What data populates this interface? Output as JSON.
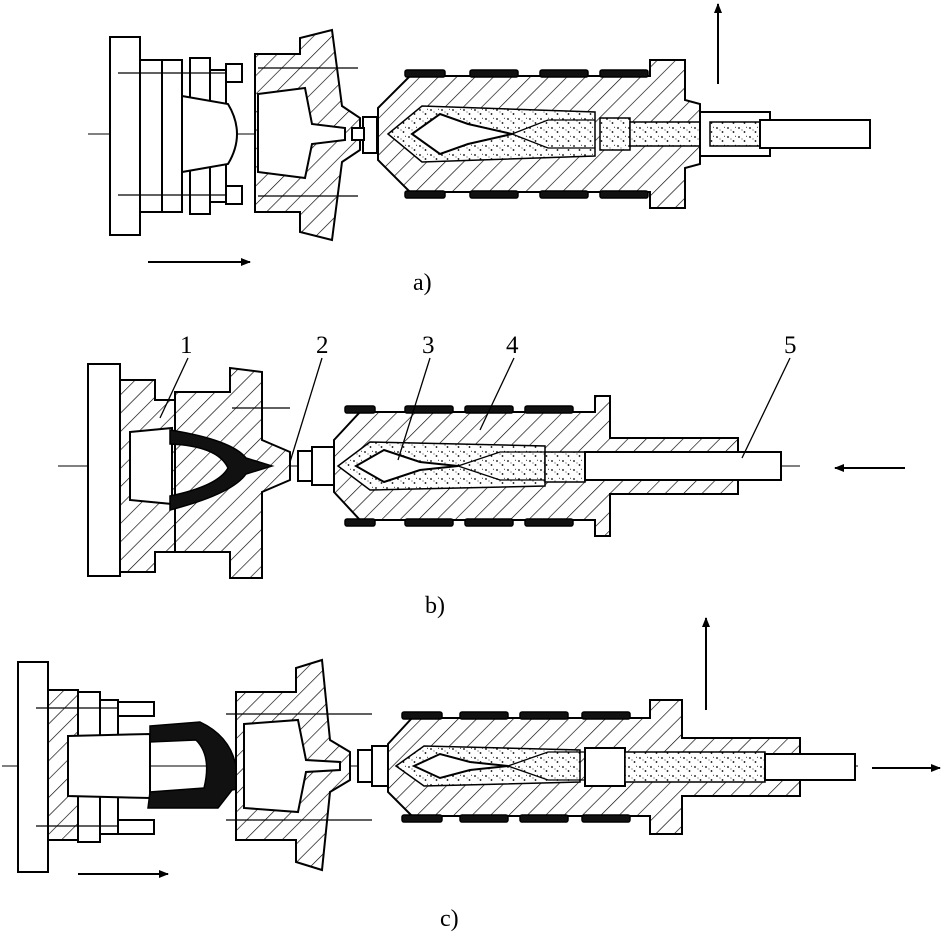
{
  "panels": [
    {
      "id": "a",
      "caption": "a)"
    },
    {
      "id": "b",
      "caption": "b)"
    },
    {
      "id": "c",
      "caption": "c)"
    }
  ],
  "callouts": [
    "1",
    "2",
    "3",
    "4",
    "5"
  ],
  "icons": {
    "arrow": "arrow-icon"
  }
}
